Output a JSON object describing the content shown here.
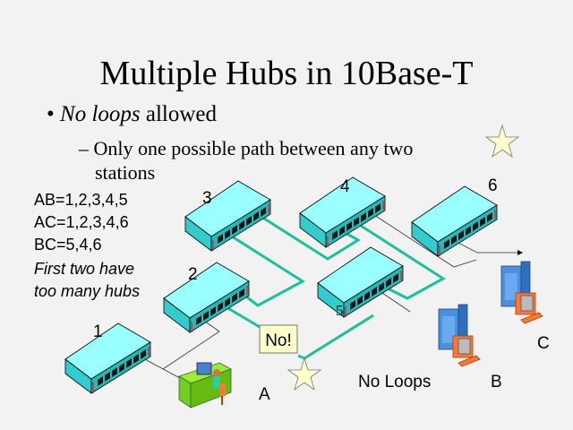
{
  "slide": {
    "title": "Multiple Hubs in 10Base-T",
    "bullet_marker": "•",
    "bullet_em": "No loops",
    "bullet_rest": " allowed",
    "sub_marker": "–",
    "sub_line1": "Only one possible path between any two",
    "sub_line2": "stations"
  },
  "paths": [
    "AB=1,2,3,4,5",
    "AC=1,2,3,4,6",
    "BC=5,4,6"
  ],
  "note": [
    "First two have",
    "too many hubs"
  ],
  "hubs": [
    "1",
    "2",
    "3",
    "4",
    "5",
    "6"
  ],
  "stations": [
    "A",
    "B",
    "C"
  ],
  "callout": "No!",
  "no_loops": "No Loops",
  "colors": {
    "hub": "#99ffff",
    "cable": "#19c29a",
    "callout_bg": "#ffffcc",
    "star": "#ffffcc"
  }
}
